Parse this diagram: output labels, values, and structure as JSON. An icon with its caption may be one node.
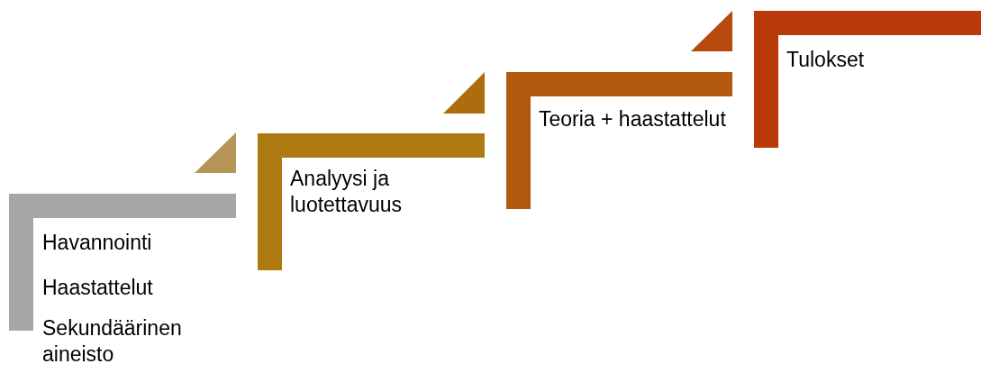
{
  "diagram": {
    "nodes": [
      {
        "text": [
          "Havannointi",
          "Haastattelut",
          "Sekundäärinen aineisto"
        ]
      },
      {
        "text": [
          "Analyysi ja luotettavuus"
        ]
      },
      {
        "text": [
          "Teoria + haastattelut"
        ]
      },
      {
        "text": [
          "Tulokset"
        ]
      }
    ]
  }
}
